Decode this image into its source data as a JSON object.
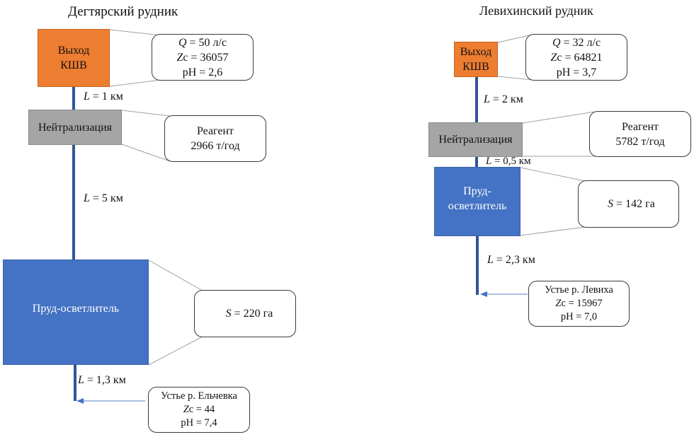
{
  "diagrams": [
    {
      "title": "Дегтярский рудник",
      "source_box": {
        "label_line1": "Выход",
        "label_line2": "КШВ"
      },
      "source_callout": {
        "q_var": "Q",
        "q_val": " = 50 л/с",
        "zc_var": "Z",
        "zc_val": "c = 36057",
        "ph": "pH = 2,6"
      },
      "segment1": {
        "var": "L",
        "val": " = 1 км"
      },
      "neutralization_box": {
        "label": "Нейтрализация"
      },
      "reagent_callout": {
        "line1": "Реагент",
        "line2": "2966 т/год"
      },
      "segment2": {
        "var": "L",
        "val": " = 5 км"
      },
      "pond_box": {
        "label": "Пруд-осветлитель"
      },
      "pond_callout": {
        "s_var": "S",
        "s_val": " = 220 га"
      },
      "segment3": {
        "var": "L",
        "val": " = 1,3 км"
      },
      "mouth_callout": {
        "line1": "Устье р. Ельчевка",
        "zc_var": "Z",
        "zc_val": "c = 44",
        "ph": "pH = 7,4"
      }
    },
    {
      "title": "Левихинский рудник",
      "source_box": {
        "label_line1": "Выход",
        "label_line2": "КШВ"
      },
      "source_callout": {
        "q_var": "Q",
        "q_val": " = 32 л/с",
        "zc_var": "Z",
        "zc_val": "c = 64821",
        "ph": "pH = 3,7"
      },
      "segment1": {
        "var": "L",
        "val": " = 2 км"
      },
      "neutralization_box": {
        "label": "Нейтрализация"
      },
      "reagent_callout": {
        "line1": "Реагент",
        "line2": "5782 т/год"
      },
      "segment2": {
        "var": "L",
        "val": " = 0,5 км"
      },
      "pond_box": {
        "label_line1": "Пруд-",
        "label_line2": "осветлитель"
      },
      "pond_callout": {
        "s_var": "S",
        "s_val": " = 142 га"
      },
      "segment3": {
        "var": "L",
        "val": " = 2,3 км"
      },
      "mouth_callout": {
        "line1": "Устье р. Левиха",
        "zc_var": "Z",
        "zc_val": "c = 15967",
        "ph": "pH = 7,0"
      }
    }
  ],
  "colors": {
    "source": "#ed7d31",
    "neutralization": "#a5a5a5",
    "pond": "#4472c4",
    "flow_line": "#2f5597",
    "arrow": "#8faadc"
  }
}
